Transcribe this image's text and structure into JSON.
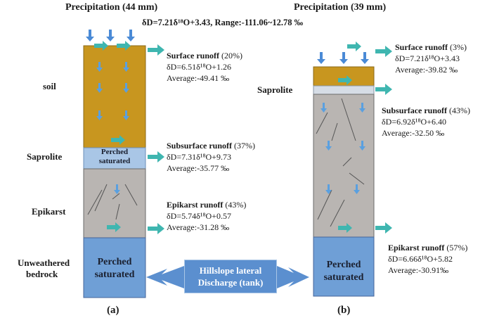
{
  "equation_top": "δD=7.21δ¹⁸O+3.43, Range:-111.06~12.78 ‰",
  "panel_a": {
    "title": "Precipitation (44 mm)",
    "label": "(a)",
    "layers": {
      "soil": "soil",
      "saprolite": "Saprolite",
      "epikarst": "Epikarst",
      "bedrock_1": "Unweathered",
      "bedrock_2": "bedrock"
    },
    "perched_small_1": "Perched",
    "perched_small_2": "saturated",
    "perched_big_1": "Perched",
    "perched_big_2": "saturated",
    "surface": {
      "name": "Surface runoff",
      "pct": " (20%)",
      "eq": "δD=6.51δ¹⁸O+1.26",
      "avg": "Average:-49.41 ‰"
    },
    "subsurface": {
      "name": "Subsurface runoff",
      "pct": " (37%)",
      "eq": "δD=7.31δ¹⁸O+9.73",
      "avg": "Average:-35.77 ‰"
    },
    "epikarst_runoff": {
      "name": "Epikarst runoff",
      "pct": " (43%)",
      "eq": "δD=5.74δ¹⁸O+0.57",
      "avg": "Average:-31.28 ‰"
    }
  },
  "panel_b": {
    "title": "Precipitation (39 mm)",
    "label": "(b)",
    "saprolite": "Saprolite",
    "perched_big_1": "Perched",
    "perched_big_2": "saturated",
    "surface": {
      "name": "Surface runoff",
      "pct": " (3%)",
      "eq": "δD=7.21δ¹⁸O+3.43",
      "avg": "Average:-39.82 ‰"
    },
    "subsurface": {
      "name": "Subsurface runoff",
      "pct": " (43%)",
      "eq": "δD=6.92δ¹⁸O+6.40",
      "avg": "Average:-32.50 ‰"
    },
    "epikarst_runoff": {
      "name": "Epikarst runoff",
      "pct": " (57%)",
      "eq": "δD=6.66δ¹⁸O+5.82",
      "avg": "Average:-30.91‰"
    }
  },
  "hillslope_1": "Hillslope lateral",
  "hillslope_2": "Discharge (tank)",
  "colors": {
    "soil": "#c8961f",
    "saprolite_a": "#a9c6e6",
    "saprolite_b": "#d6dde6",
    "epikarst": "#b9b5b2",
    "bedrock": "#6f9fd6",
    "teal_arrow": "#3fb6b0",
    "blue_arrow": "#4a8ad6"
  }
}
